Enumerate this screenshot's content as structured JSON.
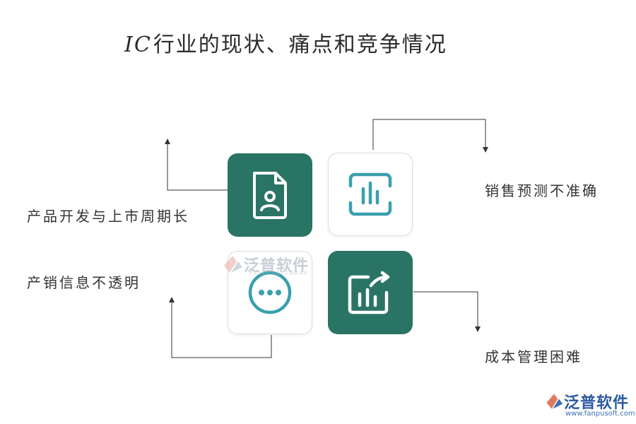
{
  "title": {
    "prefix": "IC",
    "text": "行业的现状、痛点和竞争情况"
  },
  "labels": {
    "top_left": "产品开发与上市周期长",
    "top_right": "销售预测不准确",
    "bottom_left": "产销信息不透明",
    "bottom_right": "成本管理困难"
  },
  "watermark": {
    "name": "泛普软件",
    "sub": "FANPUSOFTWARE"
  },
  "brand": {
    "name": "泛普软件",
    "url": "www.fanpusoft.com"
  },
  "colors": {
    "dark_tile": "#2a7466",
    "icon_teal": "#3aa0ad",
    "line": "#333333"
  },
  "icons": {
    "top_left": "user-document-icon",
    "top_right": "bar-chart-scan-icon",
    "bottom_left": "more-dots-icon",
    "bottom_right": "growth-chart-icon"
  }
}
